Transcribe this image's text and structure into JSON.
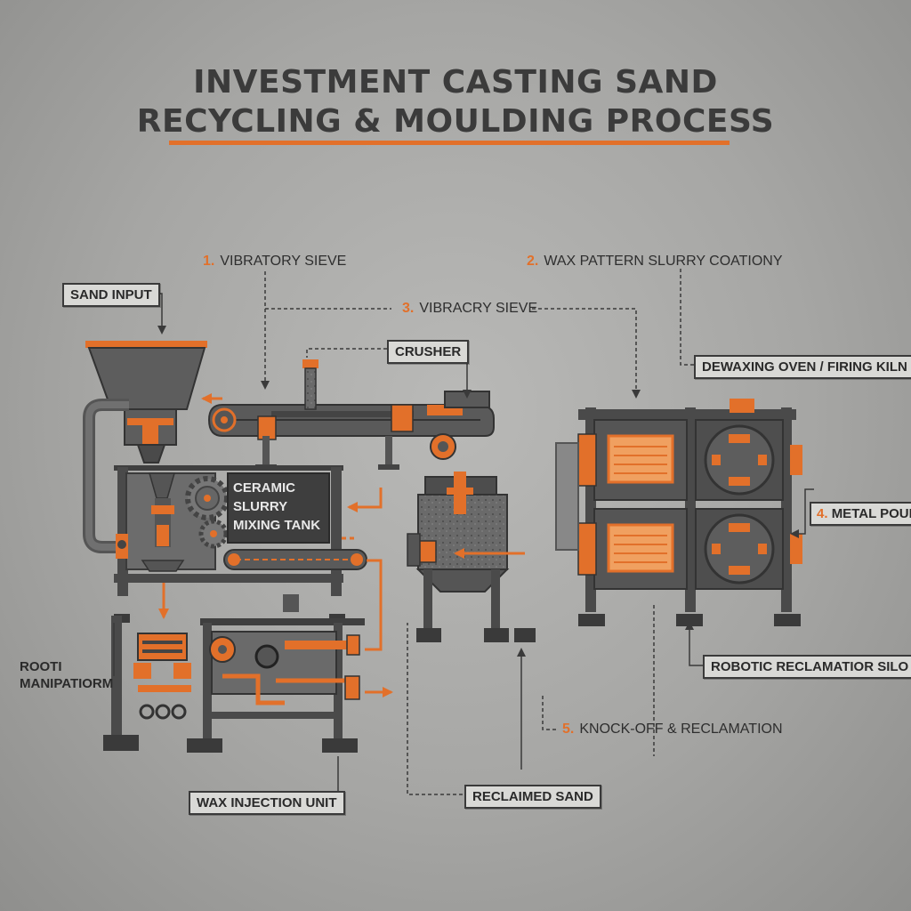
{
  "title": {
    "line1": "INVESTMENT CASTING SAND",
    "line2": "RECYCLING & MOULDING PROCESS"
  },
  "steps": {
    "step1": {
      "num": "1.",
      "label": "VIBRATORY SIEVE"
    },
    "step2": {
      "num": "2.",
      "label": "WAX PATTERN SLURRY COATIONY"
    },
    "step3": {
      "num": "3.",
      "label": "VIBRACRY SIEVE"
    },
    "step4": {
      "num": "4.",
      "label": "METAL POUR"
    },
    "step5": {
      "num": "5.",
      "label": "KNOCK-OFF & RECLAMATION"
    }
  },
  "labels": {
    "sand_input": "SAND INPUT",
    "crusher": "CRUSHER",
    "dewaxing": "DEWAXING OVEN / FIRING KILN",
    "tank_line1": "CERAMIC",
    "tank_line2": "SLURRY",
    "tank_line3": "MIXING TANK",
    "robot_line1": "ROOTI",
    "robot_line2": "MANIPATIORM",
    "silo": "ROBOTIC RECLAMATIOR SILO",
    "wax_injection": "WAX INJECTION UNIT",
    "reclaimed": "RECLAIMED SAND"
  },
  "colors": {
    "accent": "#e2702a",
    "machine": "#5a5a5a",
    "machine_dark": "#3a3a3a",
    "background": "#adadab"
  }
}
